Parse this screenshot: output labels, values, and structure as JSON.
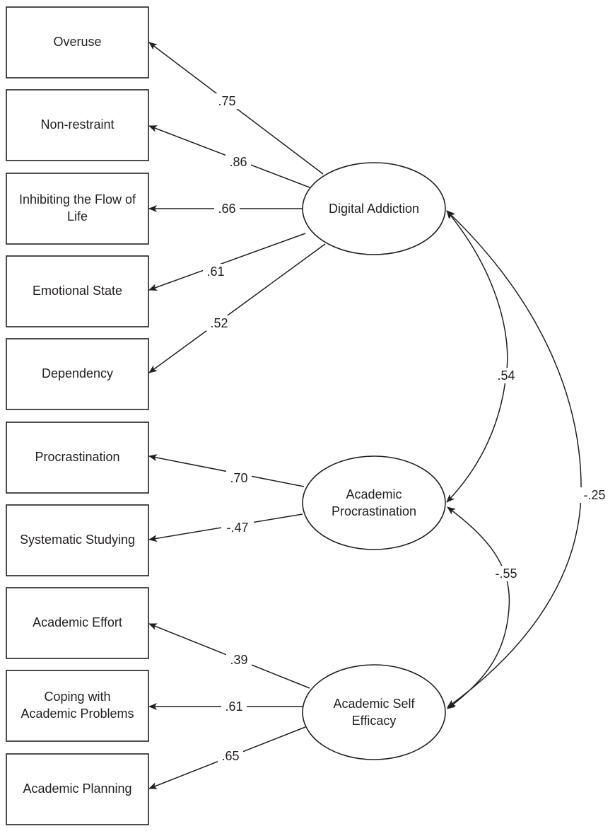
{
  "colors": {
    "stroke": "#231f20",
    "background": "#ffffff"
  },
  "latents": [
    {
      "id": "DA",
      "label_lines": [
        "Digital Addiction"
      ]
    },
    {
      "id": "AP",
      "label_lines": [
        "Academic",
        "Procrastination"
      ]
    },
    {
      "id": "ASE",
      "label_lines": [
        "Academic Self",
        "Efficacy"
      ]
    }
  ],
  "indicators": [
    {
      "id": "i0",
      "label_lines": [
        "Overuse"
      ],
      "factor": "DA",
      "loading": ".75"
    },
    {
      "id": "i1",
      "label_lines": [
        "Non-restraint"
      ],
      "factor": "DA",
      "loading": ".86"
    },
    {
      "id": "i2",
      "label_lines": [
        "Inhibiting the Flow of",
        "Life"
      ],
      "factor": "DA",
      "loading": ".66"
    },
    {
      "id": "i3",
      "label_lines": [
        "Emotional State"
      ],
      "factor": "DA",
      "loading": ".61"
    },
    {
      "id": "i4",
      "label_lines": [
        "Dependency"
      ],
      "factor": "DA",
      "loading": ".52"
    },
    {
      "id": "i5",
      "label_lines": [
        "Procrastination"
      ],
      "factor": "AP",
      "loading": ".70"
    },
    {
      "id": "i6",
      "label_lines": [
        "Systematic Studying"
      ],
      "factor": "AP",
      "loading": "-.47"
    },
    {
      "id": "i7",
      "label_lines": [
        "Academic Effort"
      ],
      "factor": "ASE",
      "loading": ".39"
    },
    {
      "id": "i8",
      "label_lines": [
        "Coping with",
        "Academic Problems"
      ],
      "factor": "ASE",
      "loading": ".61"
    },
    {
      "id": "i9",
      "label_lines": [
        "Academic Planning"
      ],
      "factor": "ASE",
      "loading": ".65"
    }
  ],
  "correlations": [
    {
      "from": "DA",
      "to": "AP",
      "value": ".54"
    },
    {
      "from": "DA",
      "to": "ASE",
      "value": "-.25"
    },
    {
      "from": "AP",
      "to": "ASE",
      "value": "-.55"
    }
  ]
}
